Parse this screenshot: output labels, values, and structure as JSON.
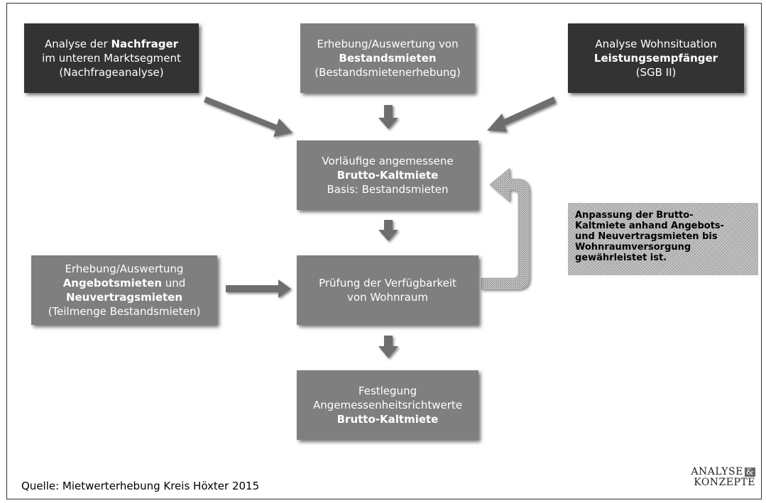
{
  "boxes": {
    "nachfrager": {
      "line1_pre": "Analyse der ",
      "line1_bold": "Nachfrager",
      "line2": "im unteren Marktsegment",
      "line3": "(Nachfrageanalyse)"
    },
    "bestandsmieten": {
      "line1": "Erhebung/Auswertung von",
      "line2_bold": "Bestandsmieten",
      "line3": "(Bestandsmietenerhebung)"
    },
    "leistungsempfaenger": {
      "line1": "Analyse Wohnsituation",
      "line2_bold": "Leistungsempfänger",
      "line3": "(SGB II)"
    },
    "vorlaeufige": {
      "line1": "Vorläufige angemessene",
      "line2_bold": "Brutto-Kaltmiete",
      "line3": "Basis: Bestandsmieten"
    },
    "angebotsmieten": {
      "line1": "Erhebung/Auswertung",
      "line2_bold": "Angebotsmieten",
      "line2_post": " und",
      "line3_bold": "Neuvertragsmieten",
      "line4": "(Teilmenge Bestandsmieten)"
    },
    "pruefung": {
      "line1": "Prüfung der Verfügbarkeit",
      "line2": "von Wohnraum"
    },
    "festlegung": {
      "line1": "Festlegung",
      "line2": "Angemessenheitsrichtwerte",
      "line3_bold": "Brutto-Kaltmiete"
    }
  },
  "note": {
    "lines": [
      "Anpassung der Brutto-",
      "Kaltmiete anhand Angebots-",
      "und Neuvertragsmieten bis",
      "Wohnraumversorgung",
      "gewährleistet ist."
    ]
  },
  "source": "Quelle: Mietwerterhebung Kreis Höxter 2015",
  "logo": {
    "line1": "ANALYSE",
    "amp": "&",
    "line2": "KONZEPTE"
  },
  "colors": {
    "dark_box": "#333333",
    "mid_box": "#7f7f7f",
    "arrow": "#6e6e6e"
  }
}
